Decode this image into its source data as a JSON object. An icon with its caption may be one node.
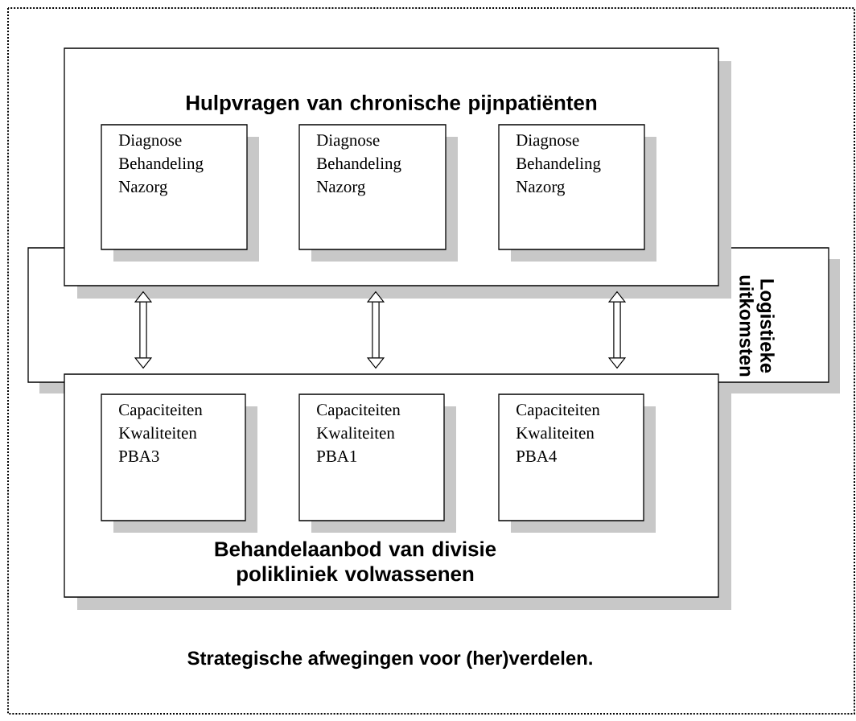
{
  "diagram": {
    "nodes": [
      {
        "text": [
          "Hulpvragen van chronische pijnpatiënten"
        ]
      },
      {
        "text": [
          "Diagnose Behandeling Nazorg"
        ],
        "in": 0
      },
      {
        "text": [
          "Diagnose Behandeling Nazorg"
        ],
        "in": 0
      },
      {
        "text": [
          "Diagnose Behandeling Nazorg"
        ],
        "in": 0
      },
      {
        "text": [
          "Behandelaanbod van divisie polikliniek volwassenen"
        ]
      },
      {
        "text": [
          "Capaciteiten Kwaliteiten PBA3"
        ],
        "in": 4
      },
      {
        "text": [
          "Capaciteiten Kwaliteiten PBA1"
        ],
        "in": 4
      },
      {
        "text": [
          "Capaciteiten Kwaliteiten PBA4"
        ],
        "in": 4
      }
    ],
    "edges": [
      {
        "from": 0,
        "to": 4,
        "arrow": "both"
      },
      {
        "from": 0,
        "to": 4,
        "arrow": "both"
      },
      {
        "from": 0,
        "to": 4,
        "arrow": "both"
      }
    ],
    "labels": [
      "Logistieke uitkomsten",
      "Strategische afwegingen voor (her)verdelen."
    ]
  }
}
